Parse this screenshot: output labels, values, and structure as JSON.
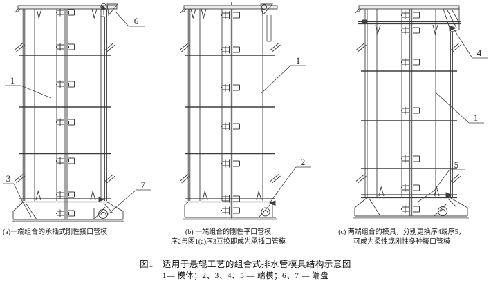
{
  "colors": {
    "background": "#ffffff",
    "line": "#3d3d3d",
    "shadow_gray": "#9e9e9e",
    "text": "#1c1c1c"
  },
  "figure": {
    "panels": [
      {
        "id": "a",
        "caption_lines": [
          "(a)一端组合的承插式刚性接口管模"
        ],
        "part_labels": [
          "1",
          "3",
          "6",
          "7"
        ]
      },
      {
        "id": "b",
        "caption_lines": [
          "(b) 一端组合的刚性平口管模",
          "序2与图1(a)序3互换即成为承插口管模"
        ],
        "part_labels": [
          "1",
          "2"
        ]
      },
      {
        "id": "c",
        "caption_lines": [
          "(c) 两端组合的模具，分别更换序4或序5，",
          "可成为柔性或刚性多种接口管模"
        ],
        "part_labels": [
          "4",
          "1",
          "5"
        ]
      }
    ],
    "title": "图1　适用于悬辊工艺的组合式排水管模具结构示意图",
    "legend": "1— 模体；2、3、4、5 — 端模；6、7 — 端盘"
  }
}
